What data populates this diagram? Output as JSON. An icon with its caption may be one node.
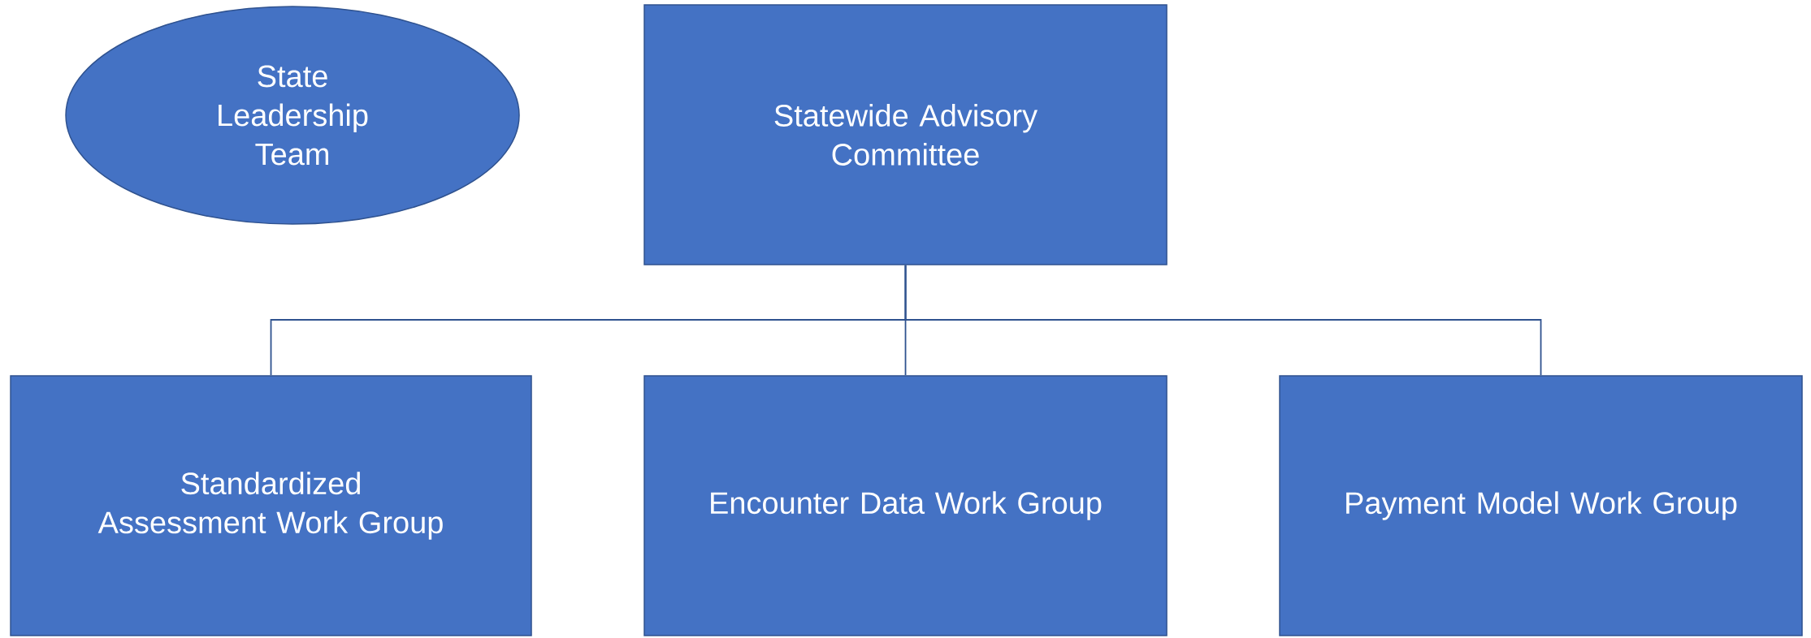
{
  "diagram": {
    "nodes": [
      {
        "text": [
          "State Leadership Team"
        ]
      },
      {
        "text": [
          "Statewide Advisory Committee"
        ]
      },
      {
        "text": [
          "Standardized Assessment Work Group"
        ]
      },
      {
        "text": [
          "Encounter Data Work Group"
        ]
      },
      {
        "text": [
          "Payment Model Work Group"
        ]
      }
    ],
    "edges": [
      {
        "from": 1,
        "to": 2,
        "arrow": "none"
      },
      {
        "from": 1,
        "to": 3,
        "arrow": "none"
      },
      {
        "from": 1,
        "to": 4,
        "arrow": "none"
      }
    ]
  }
}
